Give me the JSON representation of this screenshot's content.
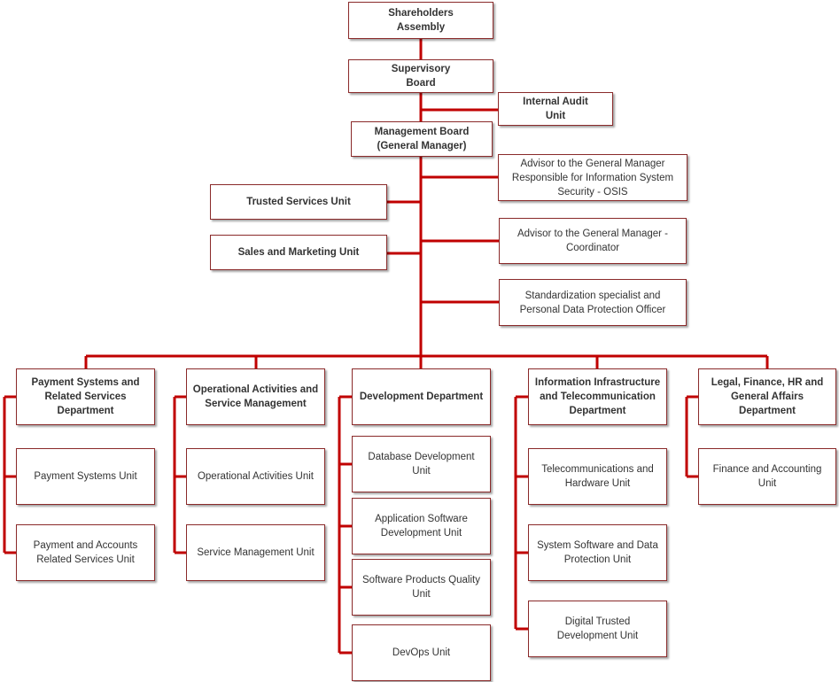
{
  "line_color": "#c00000",
  "nodes": {
    "shareholders": "Shareholders\nAssembly",
    "supervisory": "Supervisory\nBoard",
    "internal_audit": "Internal Audit\nUnit",
    "management": "Management Board\n(General Manager)",
    "advisor_osis": "Advisor to the General Manager\nResponsible for Information System\nSecurity - OSIS",
    "trusted_services": "Trusted Services Unit",
    "advisor_coordinator": "Advisor to the General Manager -\nCoordinator",
    "sales_marketing": "Sales and Marketing Unit",
    "standardization": "Standardization specialist and\nPersonal Data Protection Officer",
    "payment_dept": "Payment Systems and\nRelated Services\nDepartment",
    "payment_systems_unit": "Payment Systems Unit",
    "payment_accounts_unit": "Payment and Accounts\nRelated Services Unit",
    "operational_dept": "Operational Activities and\nService Management",
    "operational_unit": "Operational Activities Unit",
    "service_mgmt_unit": "Service Management Unit",
    "development_dept": "Development Department",
    "database_unit": "Database Development\nUnit",
    "app_software_unit": "Application Software\nDevelopment Unit",
    "quality_unit": "Software Products Quality\nUnit",
    "devops_unit": "DevOps Unit",
    "infra_dept": "Information Infrastructure\nand Telecommunication\nDepartment",
    "telecom_unit": "Telecommunications and\nHardware Unit",
    "system_software_unit": "System Software and Data\nProtection Unit",
    "digital_trusted_unit": "Digital Trusted\nDevelopment Unit",
    "legal_dept": "Legal, Finance, HR and\nGeneral Affairs\nDepartment",
    "finance_unit": "Finance and Accounting\nUnit"
  }
}
